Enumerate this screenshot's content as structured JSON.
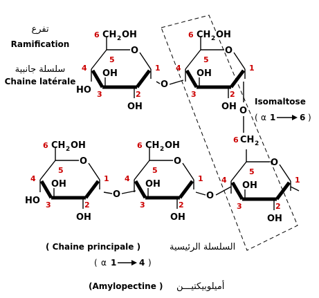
{
  "labels": {
    "ramification_ar": "تفرع",
    "ramification_fr": "Ramification",
    "side_chain_ar": "سلسلة جانبية",
    "side_chain_fr": "Chaine latérale",
    "isomaltose": "Isomaltose",
    "isomaltose_link_open": "(",
    "isomaltose_link_alpha": "α",
    "isomaltose_link_from": "1",
    "isomaltose_link_to": "6",
    "isomaltose_link_close": ")",
    "main_chain_fr": "( Chaine principale )",
    "main_chain_ar": "السلسلة الرئيسية",
    "main_link_open": "(",
    "main_link_alpha": "α",
    "main_link_from": "1",
    "main_link_to": "4",
    "main_link_close": ")",
    "molecule_fr": "(Amylopectine )",
    "molecule_ar": "أميلوبيكتيـــن"
  },
  "atoms": {
    "ring_oxygen": "O",
    "bridge_oxygen": "O",
    "hydroxyl": "OH",
    "hydroxyl_left": "HO",
    "ch2oh_ch": "CH",
    "ch2oh_sub": "2",
    "ch2oh_oh": "OH",
    "ch2_ch": "CH",
    "ch2_sub": "2"
  },
  "carbon_numbers": [
    "1",
    "2",
    "3",
    "4",
    "5",
    "6"
  ],
  "colors": {
    "carbon_number": "#cc0000",
    "bond": "#000000",
    "background": "#ffffff"
  }
}
